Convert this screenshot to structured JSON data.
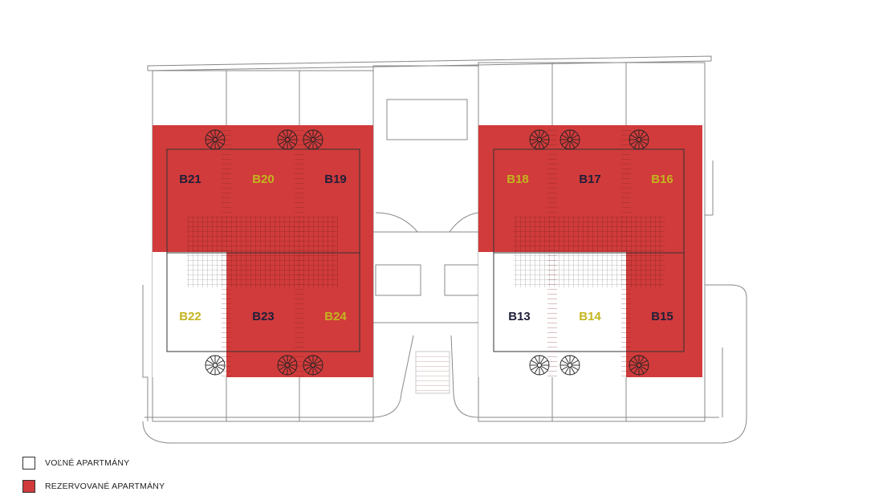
{
  "colors": {
    "reserved": "#d13b3b",
    "free": "#ffffff",
    "line": "#555555",
    "label_dark": "#1f1f3a",
    "label_yellow": "#c4b51f"
  },
  "units": [
    {
      "id": "B21",
      "status": "reserved",
      "label_color": "dark"
    },
    {
      "id": "B20",
      "status": "reserved",
      "label_color": "yellow"
    },
    {
      "id": "B19",
      "status": "reserved",
      "label_color": "dark"
    },
    {
      "id": "B22",
      "status": "free",
      "label_color": "yellow"
    },
    {
      "id": "B23",
      "status": "reserved",
      "label_color": "dark"
    },
    {
      "id": "B24",
      "status": "reserved",
      "label_color": "yellow"
    },
    {
      "id": "B18",
      "status": "reserved",
      "label_color": "yellow"
    },
    {
      "id": "B17",
      "status": "reserved",
      "label_color": "dark"
    },
    {
      "id": "B16",
      "status": "reserved",
      "label_color": "yellow"
    },
    {
      "id": "B13",
      "status": "free",
      "label_color": "dark"
    },
    {
      "id": "B14",
      "status": "free",
      "label_color": "yellow"
    },
    {
      "id": "B15",
      "status": "reserved",
      "label_color": "dark"
    }
  ],
  "legend": {
    "free_label": "VOĽNÉ APARTMÁNY",
    "reserved_label": "REZERVOVANÉ APARTMÁNY"
  }
}
